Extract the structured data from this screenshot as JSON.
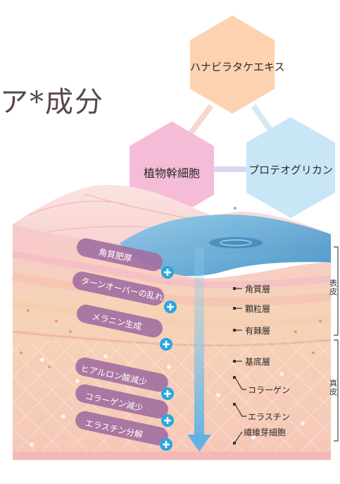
{
  "heading": "ア*成分",
  "ingredients": [
    "ハナビラタケエキス",
    "植物幹細胞",
    "プロテオグリカン"
  ],
  "concerns": [
    "角質肥厚",
    "ターンオーバーの乱れ",
    "メラニン生成",
    "ヒアルロン酸減少",
    "コラーゲン減少",
    "エラスチン分解"
  ],
  "layers": [
    "角質層",
    "顆粒層",
    "有棘層",
    "基底層",
    "コラーゲン",
    "エラスチン",
    "繊維芽細胞"
  ],
  "side_labels": [
    "表皮",
    "真皮"
  ],
  "colors": {
    "hex_top": "#fcd2b0",
    "hex_left": "#f5bcd8",
    "hex_right": "#c9e6f7",
    "pill": "#a26ea0",
    "plus": "#2aa6e0",
    "water": "#5fa9d6"
  }
}
